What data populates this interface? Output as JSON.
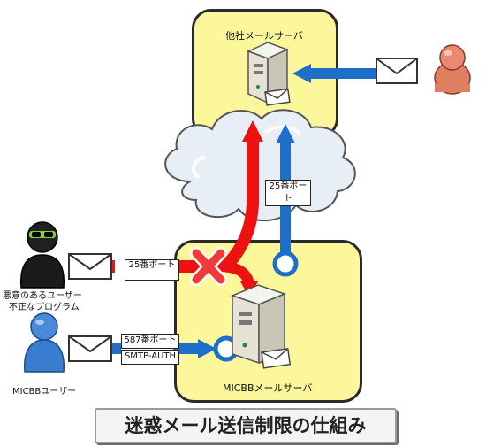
{
  "server_top": {
    "label": "他社メールサーバ"
  },
  "server_bottom": {
    "label": "MICBBメールサーバ"
  },
  "actors": {
    "malicious": {
      "line1": "悪意のあるユーザー",
      "line2": "不正なプログラム"
    },
    "user": {
      "label": "MICBBユーザー"
    }
  },
  "tags": {
    "cloud_port": "25番ポート",
    "spam_port": "25番ポート",
    "user_port": "587番ポート",
    "user_auth": "SMTP-AUTH"
  },
  "caption": "迷惑メール送信制限の仕組み",
  "colors": {
    "red": "#ee1111",
    "blue": "#1d6fc9",
    "box": "#fbf79a"
  }
}
